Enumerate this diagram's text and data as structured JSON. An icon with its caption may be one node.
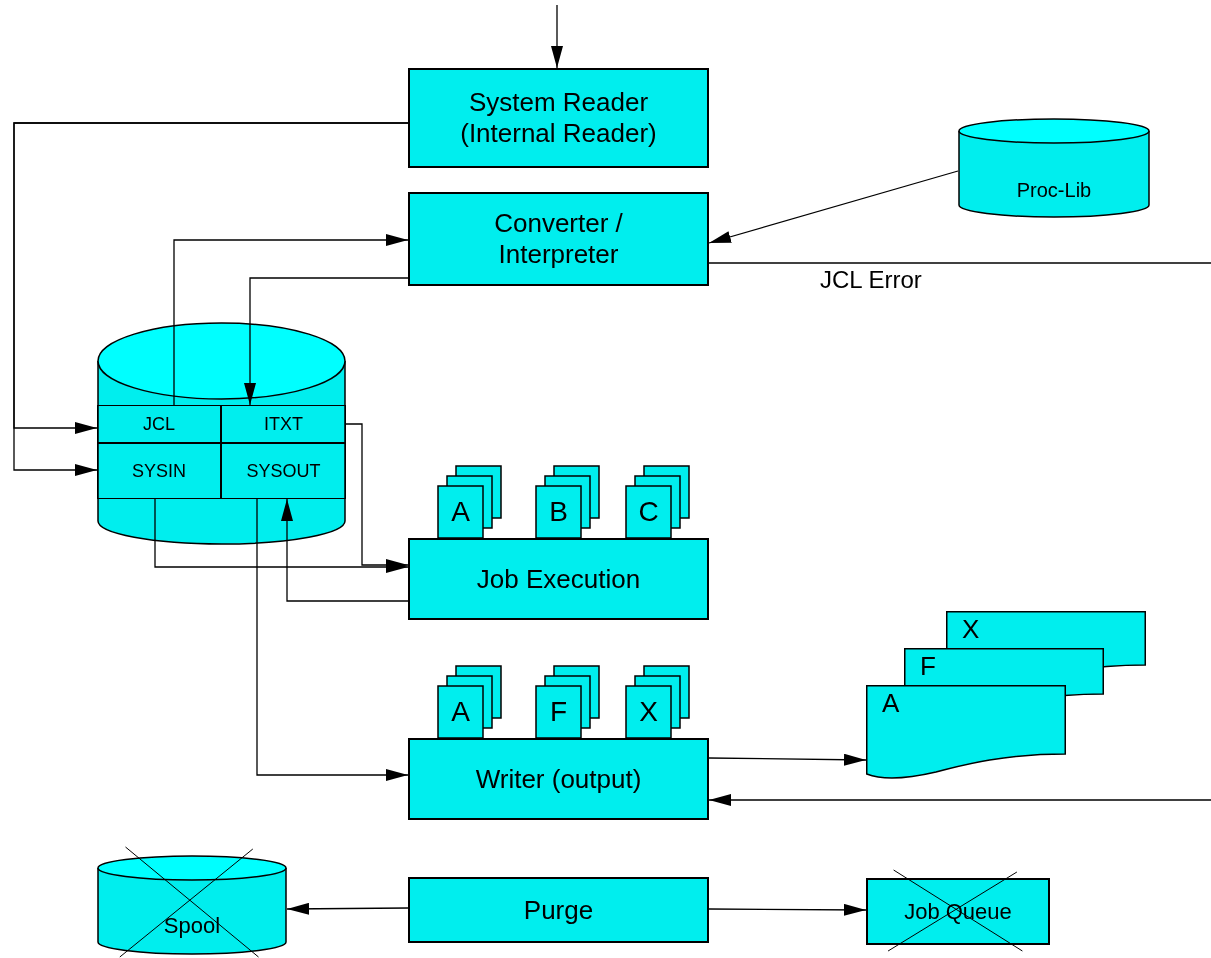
{
  "diagram": {
    "nodes": [
      {
        "text": [
          "System Reader (Internal Reader)"
        ]
      },
      {
        "text": [
          "Converter / Interpreter"
        ]
      },
      {
        "text": [
          "Proc-Lib"
        ]
      },
      {
        "text": [],
        "shape": "cylinder"
      },
      {
        "text": [
          "JCL"
        ],
        "in": 3
      },
      {
        "text": [
          "ITXT"
        ],
        "in": 3
      },
      {
        "text": [
          "SYSIN"
        ],
        "in": 3
      },
      {
        "text": [
          "SYSOUT"
        ],
        "in": 3
      },
      {
        "text": [
          "A"
        ]
      },
      {
        "text": [
          "B"
        ]
      },
      {
        "text": [
          "C"
        ]
      },
      {
        "text": [
          "Job Execution"
        ]
      },
      {
        "text": [
          "A"
        ]
      },
      {
        "text": [
          "F"
        ]
      },
      {
        "text": [
          "X"
        ]
      },
      {
        "text": [
          "Writer (output)"
        ]
      },
      {
        "text": [
          "X"
        ]
      },
      {
        "text": [
          "F"
        ]
      },
      {
        "text": [
          "A"
        ]
      },
      {
        "text": [
          "Spool"
        ]
      },
      {
        "text": [
          "Purge"
        ]
      },
      {
        "text": [
          "Job Queue"
        ]
      }
    ],
    "edges": [
      {
        "from": null,
        "to": 0,
        "arrow": "to"
      },
      {
        "from": 0,
        "to": 4,
        "arrow": "to"
      },
      {
        "from": 0,
        "to": 6,
        "arrow": "to"
      },
      {
        "from": 2,
        "to": 1,
        "arrow": "to"
      },
      {
        "from": 4,
        "to": 1,
        "arrow": "to"
      },
      {
        "from": 1,
        "to": 5,
        "arrow": "to"
      },
      {
        "from": 1,
        "to": null,
        "arrow": "none",
        "label": "JCL Error"
      },
      {
        "from": 6,
        "to": 11,
        "arrow": "to"
      },
      {
        "from": 5,
        "to": 11,
        "arrow": "to"
      },
      {
        "from": 11,
        "to": 7,
        "arrow": "to"
      },
      {
        "from": 7,
        "to": 15,
        "arrow": "to"
      },
      {
        "from": 15,
        "to": 18,
        "arrow": "to"
      },
      {
        "from": null,
        "to": 15,
        "arrow": "to"
      },
      {
        "from": 20,
        "to": 19,
        "arrow": "to"
      },
      {
        "from": 20,
        "to": 21,
        "arrow": "to"
      }
    ]
  }
}
